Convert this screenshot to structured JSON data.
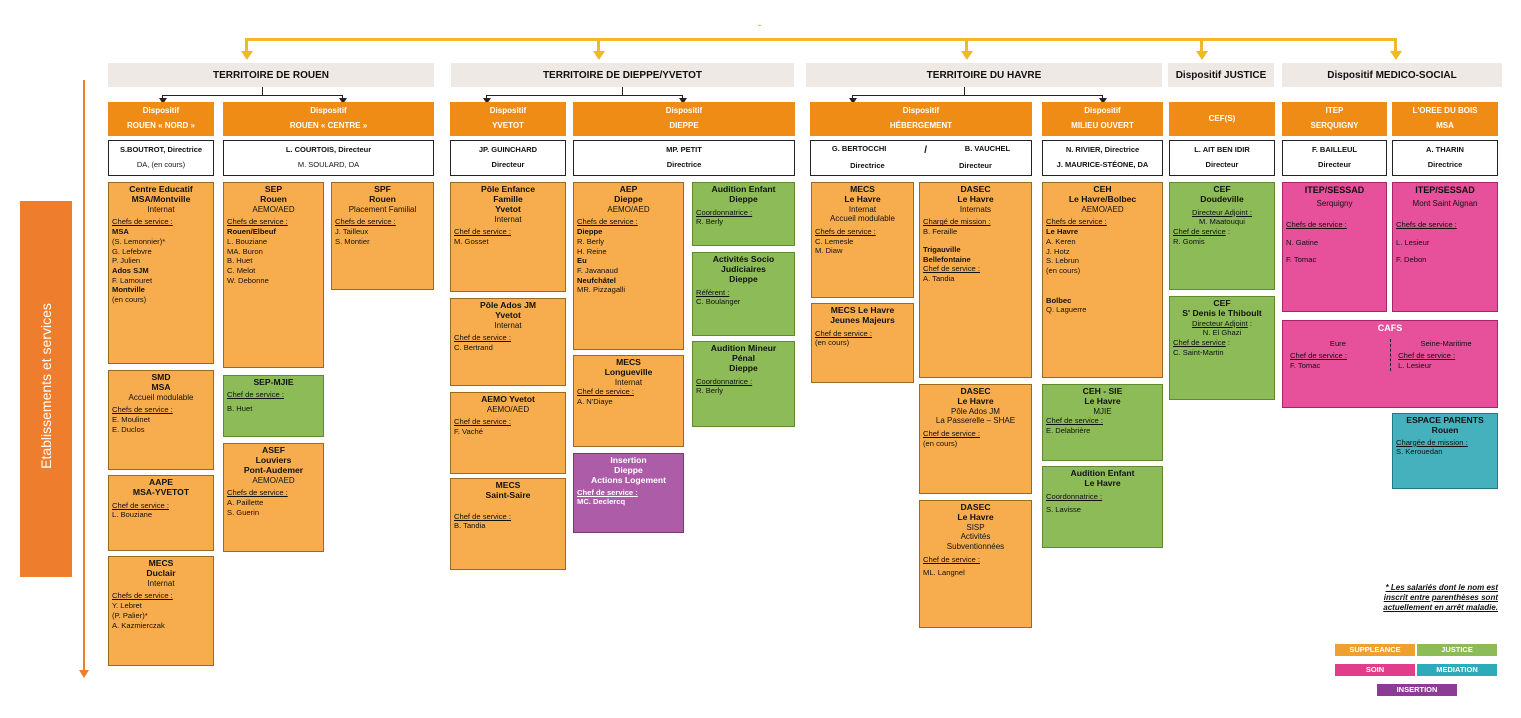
{
  "top_mark": "-",
  "side_label": "Etablissements et services",
  "territories": {
    "rouen": "TERRITOIRE DE ROUEN",
    "dieppe": "TERRITOIRE DE DIEPPE/YVETOT",
    "havre": "TERRITOIRE DU HAVRE",
    "justice": "Dispositif JUSTICE",
    "medico": "Dispositif MEDICO-SOCIAL"
  },
  "dispositifs": {
    "rouen_nord": {
      "l1": "Dispositif",
      "l2": "ROUEN « NORD »"
    },
    "rouen_centre": {
      "l1": "Dispositif",
      "l2": "ROUEN « CENTRE »"
    },
    "yvetot": {
      "l1": "Dispositif",
      "l2": "YVETOT"
    },
    "dieppe": {
      "l1": "Dispositif",
      "l2": "DIEPPE"
    },
    "hebergement": {
      "l1": "Dispositif",
      "l2": "HÉBERGEMENT"
    },
    "milieu": {
      "l1": "Dispositif",
      "l2": "MILIEU OUVERT"
    },
    "cef": {
      "l1": "CEF(S)"
    },
    "itep": {
      "l1": "ITEP",
      "l2": "SERQUIGNY"
    },
    "oree": {
      "l1": "L'OREE DU BOIS",
      "l2": "MSA"
    }
  },
  "directors": {
    "rouen_nord": {
      "l1": "S.BOUTROT, Directrice",
      "l2": "DA, (en cours)"
    },
    "rouen_centre": {
      "l1": "L. COURTOIS, Directeur",
      "l2": "M. SOULARD, DA"
    },
    "yvetot": {
      "l1": "JP. GUINCHARD",
      "l2": "Directeur"
    },
    "dieppe": {
      "l1": "MP. PETIT",
      "l2": "Directrice"
    },
    "hebergement": {
      "n1": "G. BERTOCCHI",
      "sep": "/",
      "n2": "B. VAUCHEL",
      "t1": "Directrice",
      "t2": "Directeur"
    },
    "milieu": {
      "l1": "N. RIVIER, Directrice",
      "l2": "J. MAURICE-STÉONE, DA"
    },
    "cef": {
      "l1": "L. AIT BEN IDIR",
      "l2": "Directeur"
    },
    "itep": {
      "l1": "F. BAILLEUL",
      "l2": "Directeur"
    },
    "oree": {
      "l1": "A. THARIN",
      "l2": "Directrice"
    }
  },
  "cards": {
    "centre_educatif": {
      "t1": "Centre Educatif",
      "t2": "MSA/Montville",
      "s": "Internat",
      "r": "Chefs de service",
      "rc": " :",
      "m1": "MSA",
      "l1": "(S. Lemonnier)*",
      "l2": "G. Lefebvre",
      "l3": "P. Julien",
      "m2": "Ados SJM",
      "l4": "F. Lamouret",
      "m3": "Montville",
      "l5": "(en cours)"
    },
    "smd": {
      "t1": "SMD",
      "t2": "MSA",
      "s": "Accueil modulable",
      "r": "Chefs de service",
      "rc": " :",
      "l1": "E. Moulinet",
      "l2": "E. Duclos"
    },
    "aape": {
      "t1": "AAPE",
      "t2": "MSA-YVETOT",
      "r": "Chef de service",
      "rc": " :",
      "l1": "L. Bouziane"
    },
    "mecs_duclair": {
      "t1": "MECS",
      "t2": "Duclair",
      "s": "Internat",
      "r": "Chefs de service",
      "rc": " :",
      "l1": "Y. Lebret",
      "l2": "(P. Palier)*",
      "l3": "A. Kazmierczak"
    },
    "sep_rouen": {
      "t1": "SEP",
      "t2": "Rouen",
      "s": "AEMO/AED",
      "r": "Chefs de service",
      "rc": " :",
      "m1": "Rouen/Elbeuf",
      "l1": "L. Bouziane",
      "l2": "MA. Buron",
      "l3": "B. Huet",
      "l4": "C. Melot",
      "l5": "W. Debonne"
    },
    "spf": {
      "t1": "SPF",
      "t2": "Rouen",
      "s": "Placement Familial",
      "r": "Chefs de service",
      "rc": " :",
      "l1": "J. Tailleux",
      "l2": "S. Montier"
    },
    "sep_mjie": {
      "t1": "SEP-MJIE",
      "r": "Chef de service",
      "rc": " :",
      "l1": "B. Huet"
    },
    "asef": {
      "t1": "ASEF",
      "t2": "Louviers",
      "t3": "Pont-Audemer",
      "s": "AEMO/AED",
      "r": "Chefs de service",
      "rc": " :",
      "l1": "A. Paillette",
      "l2": "S. Guerin"
    },
    "pole_enfance": {
      "t1": "Pôle Enfance",
      "t2": "Famille",
      "t3": "Yvetot",
      "s": "Internat",
      "r": "Chef de service",
      "rc": " :",
      "l1": "M. Gosset"
    },
    "pole_ados": {
      "t1": "Pôle Ados JM",
      "t2": "Yvetot",
      "s": "Internat",
      "r": "Chef de service",
      "rc": " :",
      "l1": "C. Bertrand"
    },
    "aemo_yvetot": {
      "t1": "AEMO Yvetot",
      "s": "AEMO/AED",
      "r": "Chef de service",
      "rc": " :",
      "l1": "F. Vaché"
    },
    "mecs_saint_saire": {
      "t1": "MECS",
      "t2": "Saint-Saire",
      "r": "Chef de service",
      "rc": " :",
      "l1": "B. Tandia"
    },
    "aep": {
      "t1": "AEP",
      "t2": "Dieppe",
      "s": "AEMO/AED",
      "r": "Chefs de service",
      "rc": " :",
      "m1": "Dieppe",
      "l1": "R. Berly",
      "l2": "H. Reine",
      "m2": "Eu",
      "l3": "F. Javanaud",
      "m3": "Neufchâtel",
      "l4": "MR. Pizzagalli"
    },
    "mecs_longueville": {
      "t1": "MECS",
      "t2": "Longueville",
      "s": "Internat",
      "r": "Chef de service",
      "rc": " :",
      "l1": "A. N'Diaye"
    },
    "insertion": {
      "t1": "Insertion",
      "t2": "Dieppe",
      "t3": "Actions Logement",
      "r": "Chef de service",
      "rc": " :",
      "l1": "MC. Declercq"
    },
    "audition_enfant_dieppe": {
      "t1": "Audition Enfant",
      "t2": "Dieppe",
      "r": "Coordonnatrice",
      "rc": " :",
      "l1": "R. Berly"
    },
    "activites_socio": {
      "t1": "Activités Socio",
      "t2": "Judiciaires",
      "t3": "Dieppe",
      "r": "Référent",
      "rc": " :",
      "l1": "C. Boulanger"
    },
    "audition_mineur": {
      "t1": "Audition Mineur",
      "t2": "Pénal",
      "t3": "Dieppe",
      "r": "Coordonnatrice",
      "rc": " :",
      "l1": "R. Berly"
    },
    "mecs_havre": {
      "t1": "MECS",
      "t2": "Le Havre",
      "s1": "Internat",
      "s2": "Accueil modulable",
      "r": "Chefs de service",
      "rc": " :",
      "l1": "C. Lemesle",
      "l2": "M. Diaw"
    },
    "mecs_jeunes": {
      "t1": "MECS Le Havre",
      "t2": "Jeunes Majeurs",
      "r": "Chef de service",
      "rc": " :",
      "l1": "(en cours)"
    },
    "dasec_internats": {
      "t1": "DASEC",
      "t2": "Le Havre",
      "s": "Internats",
      "r": "Chargé de mission",
      "rc": " :",
      "l1": "B. Feraille",
      "m1": "Trigauville",
      "m2": "Bellefontaine",
      "r2": "Chef de service",
      "rc2": " :",
      "l2": "A. Tandia"
    },
    "dasec_pole": {
      "t1": "DASEC",
      "t2": "Le Havre",
      "s1": "Pôle Ados JM",
      "s2": "La Passerelle – SHAE",
      "r": "Chef de service",
      "rc": " :",
      "l1": "(en cours)"
    },
    "dasec_sisp": {
      "t1": "DASEC",
      "t2": "Le Havre",
      "s1": "SISP",
      "s2": "Activités",
      "s3": "Subventionnées",
      "r": "Chef de service",
      "rc": " :",
      "l1": "ML. Langnel"
    },
    "ceh": {
      "t1": "CEH",
      "t2": "Le Havre/Bolbec",
      "s": "AEMO/AED",
      "r": "Chefs de service",
      "rc": " :",
      "m1": "Le Havre",
      "l1": "A. Keren",
      "l2": "J. Hotz",
      "l3": "S. Lebrun",
      "l4": "(en cours)",
      "m2": "Bolbec",
      "l5": "Q. Laguerre"
    },
    "ceh_sie": {
      "t1": "CEH - SIE",
      "t2": "Le Havre",
      "s": "MJIE",
      "r": "Chef de service",
      "rc": " :",
      "l1": "E. Delabrière"
    },
    "audition_enfant_havre": {
      "t1": "Audition Enfant",
      "t2": "Le Havre",
      "r": "Coordonnatrice",
      "rc": " :",
      "l1": "S. Lavisse"
    },
    "cef_doudeville": {
      "t1": "CEF",
      "t2": "Doudeville",
      "r0": "Directeur Adjoint",
      "rc0": " :",
      "l0": "M. Maatouqui",
      "r": "Chef de service",
      "rc": " :",
      "l1": "R. Gomis"
    },
    "cef_denis": {
      "t1": "CEF",
      "t2": "S' Denis le Thiboult",
      "r0": "Directeur Adjoint",
      "rc0": " :",
      "l0": "N. El Ghazi",
      "r": "Chef de service",
      "rc": " :",
      "l1": "C. Saint-Martin"
    },
    "itep_serquigny": {
      "t1": "ITEP/SESSAD",
      "s": "Serquigny",
      "r": "Chefs de service",
      "rc": " :",
      "l1": "N. Gatine",
      "l2": "F. Tomac"
    },
    "itep_mont": {
      "t1": "ITEP/SESSAD",
      "s": "Mont Saint Aignan",
      "r": "Chefs de service",
      "rc": " :",
      "l1": "L. Lesieur",
      "l2": "F. Debon"
    },
    "cafs": {
      "t1": "CAFS",
      "a": "Eure",
      "ar": "Chef de service",
      "arc": " :",
      "al": "F. Tomac",
      "b": "Seine-Maritime",
      "br": "Chef de service",
      "brc": " :",
      "bl": "L. Lesieur"
    },
    "espace_parents": {
      "t1": "ESPACE PARENTS",
      "t2": "Rouen",
      "r": "Chargée de mission",
      "rc": " :",
      "l1": "S. Kerouedan"
    }
  },
  "note": {
    "l1": "* Les salariés dont le nom est",
    "l2": "inscrit entre parenthèses sont",
    "l3": "actuellement en arrêt maladie."
  },
  "legend": {
    "suppleance": "SUPPLEANCE",
    "justice": "JUSTICE",
    "soin": "SOIN",
    "mediation": "MEDIATION",
    "insertion": "INSERTION"
  },
  "colors": {
    "suppleance": "#f7ad4d",
    "justice": "#8dbb58",
    "soin": "#e7509a",
    "mediation": "#45b1bd",
    "insertion": "#ad5da8",
    "dispositif_header": "#ee8c16",
    "connector": "#f0b928"
  }
}
